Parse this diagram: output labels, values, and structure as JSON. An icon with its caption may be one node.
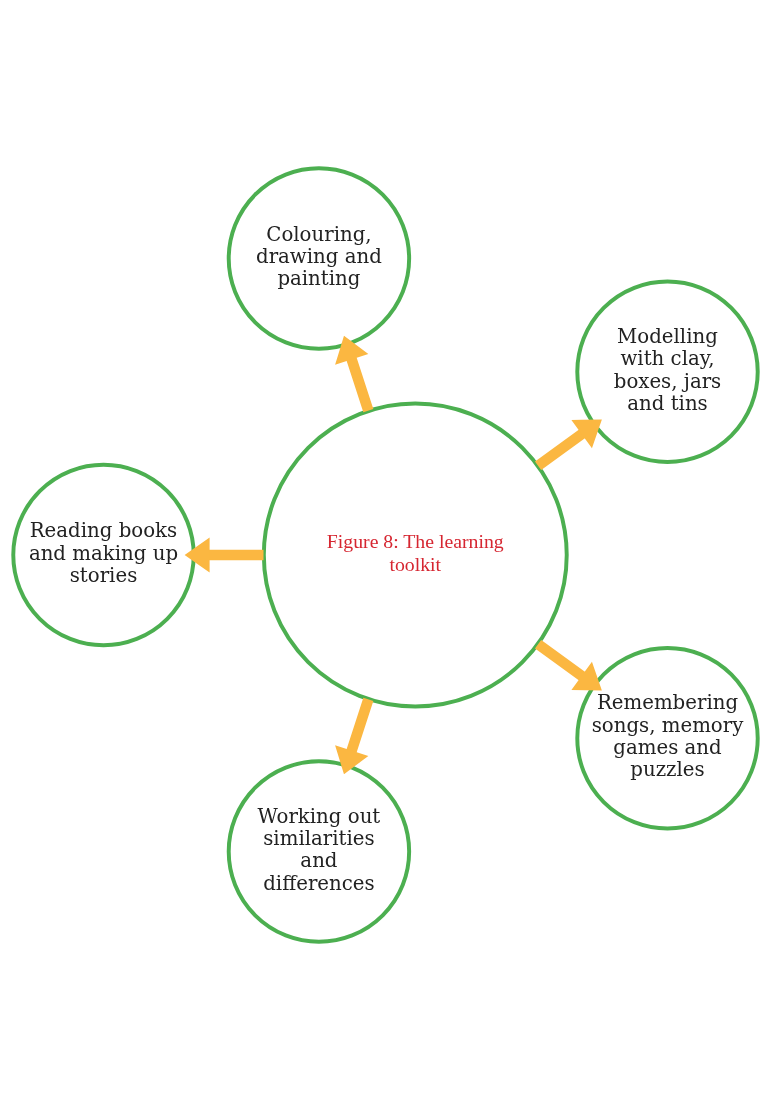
{
  "diagram": {
    "nodes": [
      {
        "text": [
          "Figure 8: The learning toolkit"
        ]
      },
      {
        "text": [
          "Modelling with clay, boxes, jars and tins"
        ]
      },
      {
        "text": [
          "Colouring, drawing and painting"
        ]
      },
      {
        "text": [
          "Reading books and making up stories"
        ]
      },
      {
        "text": [
          "Working out similarities and differences"
        ]
      },
      {
        "text": [
          "Remembering songs, memory games and puzzles"
        ]
      }
    ],
    "edges": [
      {
        "from": 0,
        "to": 1,
        "arrow": "to"
      },
      {
        "from": 0,
        "to": 2,
        "arrow": "to"
      },
      {
        "from": 0,
        "to": 3,
        "arrow": "to"
      },
      {
        "from": 0,
        "to": 4,
        "arrow": "to"
      },
      {
        "from": 0,
        "to": 5,
        "arrow": "to"
      }
    ]
  }
}
